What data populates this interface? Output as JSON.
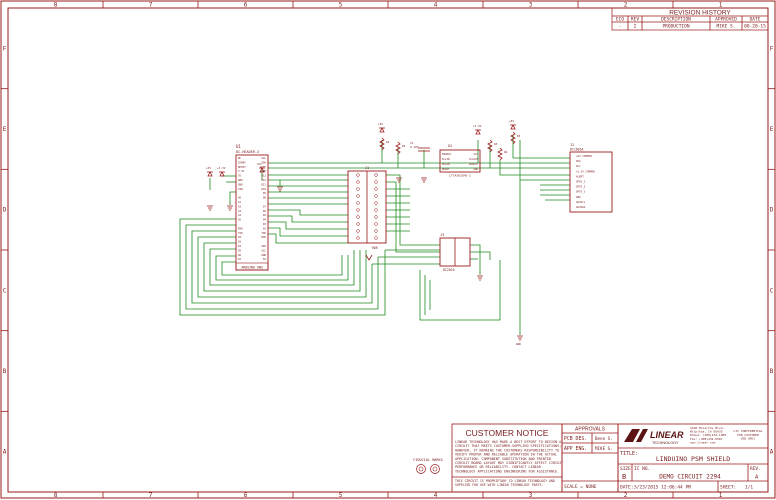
{
  "frame": {
    "columns_top": [
      "8",
      "7",
      "6",
      "5",
      "4",
      "3",
      "2",
      "1"
    ],
    "columns_bottom": [
      "8",
      "7",
      "6",
      "5",
      "4",
      "3",
      "2",
      "1"
    ],
    "rows_left": [
      "F",
      "E",
      "D",
      "C",
      "B",
      "A"
    ],
    "rows_right": [
      "F",
      "E",
      "D",
      "C",
      "B",
      "A"
    ]
  },
  "revision": {
    "title": "REVISION HISTORY",
    "headers": [
      "ECO",
      "REV",
      "DESCRIPTION",
      "APPROVED",
      "DATE"
    ],
    "row": [
      "-",
      "2",
      "PRODUCTION",
      "MIKE S.",
      "08-20-15"
    ]
  },
  "parts": {
    "u1_ref": "U1",
    "u1_name": "DC-HEADER-X",
    "u1_footer": "ARDUINO UNO",
    "u1_left_pins": [
      "NC",
      "IOREF",
      "RESET",
      "3.3V",
      "5V",
      "GND",
      "GND",
      "VIN",
      "",
      "A0",
      "A1",
      "A2",
      "A3",
      "A4",
      "A5",
      "",
      "RXD",
      "TXD",
      "D2",
      "D3",
      "D4",
      "D5",
      "D6",
      "D7"
    ],
    "u1_right_pins": [
      "SCL",
      "SDA",
      "AREF",
      "GND",
      "D13",
      "D12",
      "D11",
      "D10",
      "D9",
      "D8",
      "",
      "D7",
      "D6",
      "D5",
      "D4",
      "D3",
      "D2",
      "TXD",
      "RXD",
      "",
      "SDA",
      "SCL",
      "GND",
      "5V"
    ],
    "u2_ref": "U2",
    "u2_name": "LTC4302CMS-1",
    "u2_pins_left": [
      "ENABLE",
      "SCLIN",
      "SDAIN",
      "READY"
    ],
    "u2_pins_right": [
      "VCC",
      "SCLOUT",
      "SDAOUT",
      "GND"
    ],
    "u3_ref": "J2",
    "u3_name": "DC1605A",
    "u3_pins": [
      "+5V COMMON",
      "SDA",
      "SCL",
      "+3.3V COMMON",
      "ALERT",
      "GPIO_1",
      "GPIO_2",
      "GPIO_3",
      "GND",
      "AUXSCL",
      "AUXSDA"
    ],
    "j1_ref": "J1",
    "j1_name": "HDR",
    "j3_ref": "J3",
    "j3_name": "DC2026",
    "c1": "C1",
    "c1_val": "0.1UF",
    "r_labels": [
      "R1",
      "R2",
      "R3",
      "R4",
      "R5"
    ],
    "power_labels": [
      "+5V",
      "+3.3V",
      "VCC",
      "+5V",
      "+3.3V",
      "+5V"
    ],
    "gnd_label": "GND",
    "fiducial_label": "FIDUCIAL MARKS"
  },
  "notice": {
    "title": "CUSTOMER NOTICE",
    "lines": [
      "LINEAR TECHNOLOGY HAS MADE A BEST EFFORT TO DESIGN A",
      "CIRCUIT THAT MEETS CUSTOMER-SUPPLIED SPECIFICATIONS;",
      "HOWEVER, IT REMAINS THE CUSTOMERS RESPONSIBILITY TO",
      "VERIFY PROPER AND RELIABLE OPERATION IN THE ACTUAL",
      "APPLICATION. COMPONENT SUBSTITUTION AND PRINTED",
      "CIRCUIT BOARD LAYOUT MAY SIGNIFICANTLY AFFECT CIRCUIT",
      "PERFORMANCE OR RELIABILITY. CONTACT LINEAR",
      "TECHNOLOGY APPLICATIONS ENGINEERING FOR ASSISTANCE."
    ],
    "footer": [
      "THIS CIRCUIT IS PROPRIETARY TO LINEAR TECHNOLOGY AND",
      "SUPPLIED FOR USE WITH LINEAR TECHNOLOGY PARTS."
    ]
  },
  "approvals": {
    "header": "APPROVALS",
    "pcb_des_label": "PCB DES.",
    "pcb_des": "Bene S.",
    "app_eng_label": "APP ENG.",
    "app_eng": "MIKE S."
  },
  "company": {
    "logo_text": "LINEAR",
    "logo_sub": "TECHNOLOGY",
    "address": [
      "1630 McCarthy Blvd.",
      "Milpitas, CA 95035",
      "Phone: (408)432-1900",
      "Fax: (408)434-0507",
      "www.linear.com"
    ],
    "confidential": [
      "LTC CONFIDENTIAL",
      "FOR CUSTOMER",
      "USE ONLY"
    ]
  },
  "titleblock": {
    "title_label": "TITLE:",
    "title": "LINDUINO PSM SHIELD",
    "size_label": "SIZE",
    "size": "B",
    "icno_label": "IC NO.",
    "demo": "DEMO CIRCUIT 2294",
    "rev_label": "REV.",
    "rev": "A",
    "scale": "SCALE = NONE",
    "date_label": "DATE:",
    "date": "3/23/2015 12:06:44 PM",
    "sheet_label": "SHEET:",
    "sheet": "1/1"
  }
}
